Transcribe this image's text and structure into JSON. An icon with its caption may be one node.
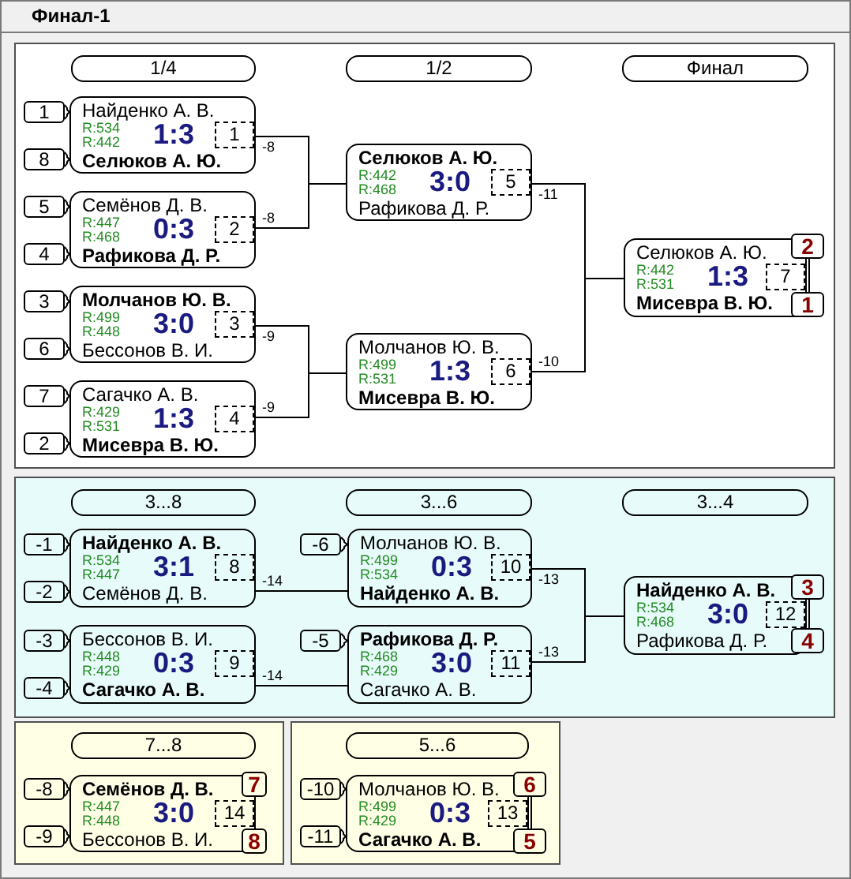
{
  "diagram": {
    "title": "Финал-1",
    "nodes": [
      {
        "text": [],
        "shape": "box"
      },
      {
        "text": [
          "1/4"
        ],
        "in": 0
      },
      {
        "text": [
          "1/2"
        ],
        "in": 0
      },
      {
        "text": [
          "Финал"
        ],
        "in": 0
      },
      {
        "text": [
          "1"
        ],
        "in": 0
      },
      {
        "text": [
          "8"
        ],
        "in": 0
      },
      {
        "text": [
          "Найденко А. В.",
          "R:534",
          "R:442",
          "1:3",
          "Селюков А. Ю."
        ],
        "in": 0
      },
      {
        "text": [
          "1"
        ],
        "in": 6
      },
      {
        "text": [
          "5"
        ],
        "in": 0
      },
      {
        "text": [
          "4"
        ],
        "in": 0
      },
      {
        "text": [
          "Семёнов Д. В.",
          "R:447",
          "R:468",
          "0:3",
          "Рафикова Д. Р."
        ],
        "in": 0
      },
      {
        "text": [
          "2"
        ],
        "in": 10
      },
      {
        "text": [
          "3"
        ],
        "in": 0
      },
      {
        "text": [
          "6"
        ],
        "in": 0
      },
      {
        "text": [
          "Молчанов Ю. В.",
          "R:499",
          "R:448",
          "3:0",
          "Бессонов В. И."
        ],
        "in": 0
      },
      {
        "text": [
          "3"
        ],
        "in": 14
      },
      {
        "text": [
          "7"
        ],
        "in": 0
      },
      {
        "text": [
          "2"
        ],
        "in": 0
      },
      {
        "text": [
          "Сагачко А. В.",
          "R:429",
          "R:531",
          "1:3",
          "Мисевра В. Ю."
        ],
        "in": 0
      },
      {
        "text": [
          "4"
        ],
        "in": 18
      },
      {
        "text": [
          "Селюков А. Ю.",
          "R:442",
          "R:468",
          "3:0",
          "Рафикова Д. Р."
        ],
        "in": 0
      },
      {
        "text": [
          "5"
        ],
        "in": 20
      },
      {
        "text": [
          "Молчанов Ю. В.",
          "R:499",
          "R:531",
          "1:3",
          "Мисевра В. Ю."
        ],
        "in": 0
      },
      {
        "text": [
          "6"
        ],
        "in": 22
      },
      {
        "text": [
          "2"
        ],
        "in": 0
      },
      {
        "text": [
          "Селюков А. Ю.",
          "R:442",
          "R:531",
          "1:3",
          "Мисевра В. Ю."
        ],
        "in": 0
      },
      {
        "text": [
          "7"
        ],
        "in": 25
      },
      {
        "text": [
          "1"
        ],
        "in": 0
      },
      {
        "text": [],
        "shape": "box"
      },
      {
        "text": [
          "3...8"
        ],
        "in": 28
      },
      {
        "text": [
          "3...6"
        ],
        "in": 28
      },
      {
        "text": [
          "3...4"
        ],
        "in": 28
      },
      {
        "text": [
          "-1"
        ],
        "in": 28
      },
      {
        "text": [
          "-2"
        ],
        "in": 28
      },
      {
        "text": [
          "Найденко А. В.",
          "R:534",
          "R:447",
          "3:1",
          "Семёнов Д. В."
        ],
        "in": 28
      },
      {
        "text": [
          "8"
        ],
        "in": 34
      },
      {
        "text": [
          "-3"
        ],
        "in": 28
      },
      {
        "text": [
          "-4"
        ],
        "in": 28
      },
      {
        "text": [
          "Бессонов В. И.",
          "R:448",
          "R:429",
          "0:3",
          "Сагачко А. В."
        ],
        "in": 28
      },
      {
        "text": [
          "9"
        ],
        "in": 38
      },
      {
        "text": [
          "-6"
        ],
        "in": 28
      },
      {
        "text": [
          "Молчанов Ю. В.",
          "R:499",
          "R:534",
          "0:3",
          "Найденко А. В."
        ],
        "in": 28
      },
      {
        "text": [
          "10"
        ],
        "in": 41
      },
      {
        "text": [
          "-5"
        ],
        "in": 28
      },
      {
        "text": [
          "Рафикова Д. Р.",
          "R:468",
          "R:429",
          "3:0",
          "Сагачко А. В."
        ],
        "in": 28
      },
      {
        "text": [
          "11"
        ],
        "in": 44
      },
      {
        "text": [
          "3"
        ],
        "in": 28
      },
      {
        "text": [
          "Найденко А. В.",
          "R:534",
          "R:468",
          "3:0",
          "Рафикова Д. Р."
        ],
        "in": 28
      },
      {
        "text": [
          "12"
        ],
        "in": 47
      },
      {
        "text": [
          "4"
        ],
        "in": 28
      },
      {
        "text": [],
        "shape": "box"
      },
      {
        "text": [
          "7...8"
        ],
        "in": 50
      },
      {
        "text": [
          "-8"
        ],
        "in": 50
      },
      {
        "text": [
          "-9"
        ],
        "in": 50
      },
      {
        "text": [
          "7"
        ],
        "in": 50
      },
      {
        "text": [
          "Семёнов Д. В.",
          "R:447",
          "R:448",
          "3:0",
          "Бессонов В. И."
        ],
        "in": 50
      },
      {
        "text": [
          "14"
        ],
        "in": 55
      },
      {
        "text": [
          "8"
        ],
        "in": 50
      },
      {
        "text": [],
        "shape": "box"
      },
      {
        "text": [
          "5...6"
        ],
        "in": 58
      },
      {
        "text": [
          "-10"
        ],
        "in": 58
      },
      {
        "text": [
          "-11"
        ],
        "in": 58
      },
      {
        "text": [
          "6"
        ],
        "in": 58
      },
      {
        "text": [
          "Молчанов Ю. В.",
          "R:499",
          "R:429",
          "0:3",
          "Сагачко А. В."
        ],
        "in": 58
      },
      {
        "text": [
          "13"
        ],
        "in": 63
      },
      {
        "text": [
          "5"
        ],
        "in": 58
      }
    ],
    "edges": [
      {
        "from": 4,
        "to": 6,
        "arrow": "none"
      },
      {
        "from": 5,
        "to": 6,
        "arrow": "none"
      },
      {
        "from": 8,
        "to": 10,
        "arrow": "none"
      },
      {
        "from": 9,
        "to": 10,
        "arrow": "none"
      },
      {
        "from": 12,
        "to": 14,
        "arrow": "none"
      },
      {
        "from": 13,
        "to": 14,
        "arrow": "none"
      },
      {
        "from": 16,
        "to": 18,
        "arrow": "none"
      },
      {
        "from": 17,
        "to": 18,
        "arrow": "none"
      },
      {
        "from": 6,
        "to": 20,
        "arrow": "none",
        "label": "-8"
      },
      {
        "from": 10,
        "to": 20,
        "arrow": "none",
        "label": "-8"
      },
      {
        "from": 14,
        "to": 22,
        "arrow": "none",
        "label": "-9"
      },
      {
        "from": 18,
        "to": 22,
        "arrow": "none",
        "label": "-9"
      },
      {
        "from": 20,
        "to": 25,
        "arrow": "none",
        "label": "-11"
      },
      {
        "from": 22,
        "to": 25,
        "arrow": "none",
        "label": "-10"
      },
      {
        "from": 24,
        "to": 27,
        "arrow": "none"
      },
      {
        "from": 32,
        "to": 34,
        "arrow": "none"
      },
      {
        "from": 33,
        "to": 34,
        "arrow": "none"
      },
      {
        "from": 36,
        "to": 38,
        "arrow": "none"
      },
      {
        "from": 37,
        "to": 38,
        "arrow": "none"
      },
      {
        "from": 40,
        "to": 41,
        "arrow": "none"
      },
      {
        "from": 43,
        "to": 44,
        "arrow": "none"
      },
      {
        "from": 34,
        "to": 41,
        "arrow": "none",
        "label": "-14"
      },
      {
        "from": 38,
        "to": 44,
        "arrow": "none",
        "label": "-14"
      },
      {
        "from": 41,
        "to": 47,
        "arrow": "none",
        "label": "-13"
      },
      {
        "from": 44,
        "to": 47,
        "arrow": "none",
        "label": "-13"
      },
      {
        "from": 46,
        "to": 49,
        "arrow": "none"
      },
      {
        "from": 52,
        "to": 55,
        "arrow": "none"
      },
      {
        "from": 53,
        "to": 55,
        "arrow": "none"
      },
      {
        "from": 54,
        "to": 57,
        "arrow": "none"
      },
      {
        "from": 60,
        "to": 63,
        "arrow": "none"
      },
      {
        "from": 61,
        "to": 63,
        "arrow": "none"
      },
      {
        "from": 62,
        "to": 65,
        "arrow": "none"
      }
    ]
  }
}
